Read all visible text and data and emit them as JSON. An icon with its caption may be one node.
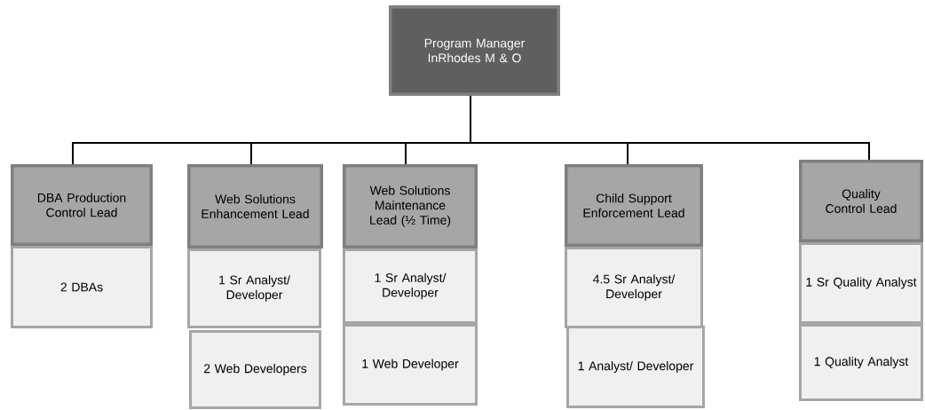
{
  "diagram": {
    "nodes": [
      {
        "text": [
          "Program Manager InRhodes M & O"
        ]
      },
      {
        "text": [
          "DBA Production Control Lead"
        ]
      },
      {
        "text": [
          "Web Solutions Enhancement Lead"
        ]
      },
      {
        "text": [
          "Web Solutions Maintenance Lead (½ Time)"
        ]
      },
      {
        "text": [
          "Child Support Enforcement Lead"
        ]
      },
      {
        "text": [
          "Quality Control Lead"
        ]
      },
      {
        "text": [
          "2 DBAs"
        ]
      },
      {
        "text": [
          "1 Sr Analyst/ Developer"
        ]
      },
      {
        "text": [
          "1 Sr Analyst/ Developer"
        ]
      },
      {
        "text": [
          "4.5 Sr Analyst/ Developer"
        ]
      },
      {
        "text": [
          "1 Sr Quality Analyst"
        ]
      },
      {
        "text": [
          "2 Web Developers"
        ]
      },
      {
        "text": [
          "1 Web Developer"
        ]
      },
      {
        "text": [
          "1 Analyst/ Developer"
        ]
      },
      {
        "text": [
          "1 Quality Analyst"
        ]
      }
    ],
    "edges": [
      {
        "from": 0,
        "to": 1,
        "arrow": "none"
      },
      {
        "from": 0,
        "to": 2,
        "arrow": "none"
      },
      {
        "from": 0,
        "to": 3,
        "arrow": "none"
      },
      {
        "from": 0,
        "to": 4,
        "arrow": "none"
      },
      {
        "from": 0,
        "to": 5,
        "arrow": "none"
      }
    ]
  }
}
